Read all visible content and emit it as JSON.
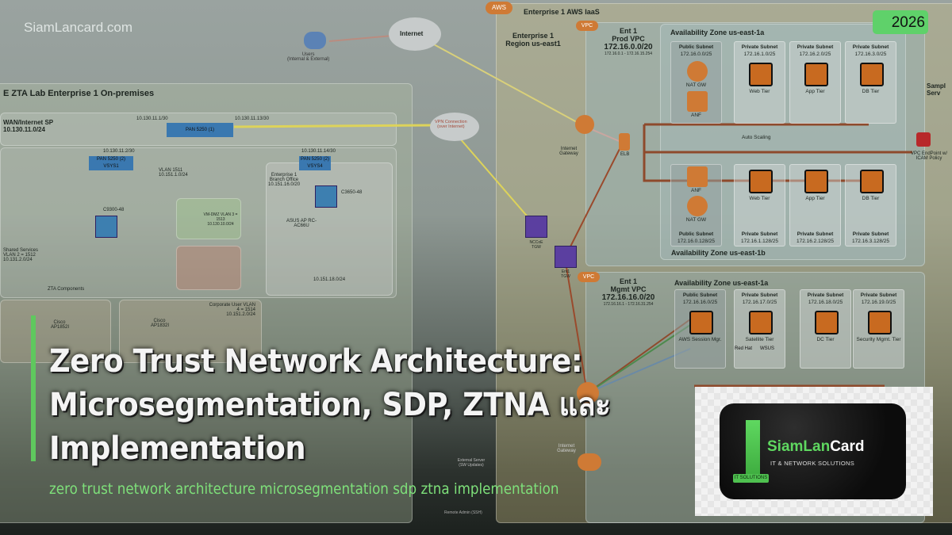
{
  "watermark": "SiamLancard.com",
  "year_badge": "2026",
  "title_lines": [
    "Zero Trust Network Architecture:",
    "Microsegmentation, SDP, ZTNA และ",
    "Implementation"
  ],
  "subtitle": "zero trust network architecture microsegmentation sdp ztna implementation",
  "logo": {
    "name_green": "SiamLan",
    "name_white": "Card",
    "tagline": "IT & NETWORK SOLUTIONS",
    "badge": "IT SOLUTIONS"
  },
  "colors": {
    "accent_green": "#5fc85e",
    "subtitle_green": "#7ee07a",
    "year_bg": "#5fd16a",
    "aws_orange": "#cf7a35",
    "tgw_purple": "#5b3fa0"
  },
  "diagram": {
    "users": "Users",
    "users_sub": "(Internal & External)",
    "internet": "Internet",
    "vpn": "VPN Connection",
    "vpn_sub": "(over Internet)",
    "onprem_title": "E ZTA Lab Enterprise 1 On-premises",
    "wan": "WAN/Internet SP",
    "wan_net": "10.130.11.0/24",
    "ip1": "10.130.11.1/30",
    "ip2": "10.130.11.13/30",
    "ip3": "10.130.11.2/30",
    "ip4": "10.130.11.14/30",
    "pan1": "PAN 5250 (1)",
    "pan2": "PAN 5250 (2) VSYS1",
    "pan3": "PAN 5250 (2) VSYS4",
    "core": "C9300-48",
    "branch": "Enterprise 1 Branch Office 10.151.16.0/20",
    "c3650": "C3650-48",
    "asus": "ASUS AP RC-AC66U",
    "branch_net": "10.151.18.0/24",
    "vlan1511": "VLAN 1511 10.151.1.0/24",
    "vmdmz": "VM-DMZ VLAN 3 = 1513 10.130.10.0/24",
    "shared": "Shared Services VLAN 2 = 1512 10.131.2.0/24",
    "zta_comp": "ZTA Components",
    "ap1": "Cisco AP1852I",
    "ap2": "Cisco AP1832I",
    "corp": "Corporate User VLAN 4 = 1514 10.151.2.0/24",
    "aws_badge": "AWS",
    "aws_title": "Enterprise 1 AWS IaaS",
    "region": "Enterprise 1 Region us-east1",
    "vpc_badge": "VPC",
    "prod_vpc": [
      "Ent 1",
      "Prod VPC",
      "172.16.0.0/20",
      "172.16.0.1 - 172.16.15.254"
    ],
    "az1a": "Availability Zone us-east-1a",
    "az1b": "Availability Zone us-east-1b",
    "subnets_top": [
      {
        "name": "Public Subnet",
        "cidr": "172.16.0.0/25"
      },
      {
        "name": "Private Subnet",
        "cidr": "172.16.1.0/25",
        "tier": "Web Tier"
      },
      {
        "name": "Private Subnet",
        "cidr": "172.16.2.0/25",
        "tier": "App Tier"
      },
      {
        "name": "Private Subnet",
        "cidr": "172.16.3.0/25",
        "tier": "DB Tier"
      }
    ],
    "subnets_bottom": [
      {
        "name": "Public Subnet",
        "cidr": "172.16.0.128/25"
      },
      {
        "name": "Private Subnet",
        "cidr": "172.16.1.128/25",
        "tier": "Web Tier"
      },
      {
        "name": "Private Subnet",
        "cidr": "172.16.2.128/25",
        "tier": "App Tier"
      },
      {
        "name": "Private Subnet",
        "cidr": "172.16.3.128/25",
        "tier": "DB Tier"
      }
    ],
    "nat_gw": "NAT GW",
    "anf": "ANF",
    "elb": "ELB",
    "auto_scaling": "Auto Scaling",
    "igw": "Internet Gateway",
    "endpoint": "VPC EndPoint w/ ICAM Policy",
    "nccoe_tgw": "NCCoE TGW",
    "ent1_tgw": "Ent1 TGW",
    "sample": "Sampl Serv",
    "mgmt_vpc": [
      "Ent 1",
      "Mgmt VPC",
      "172.16.16.0/20",
      "172.16.16.1 - 172.16.31.254"
    ],
    "mgmt_subnets": [
      {
        "name": "Public Subnet",
        "cidr": "172.16.16.0/25",
        "tier": "AWS Session Mgr."
      },
      {
        "name": "Private Subnet",
        "cidr": "172.16.17.0/25",
        "tier": "Satellite Tier"
      },
      {
        "name": "Private Subnet",
        "cidr": "172.16.18.0/25",
        "tier": "DC Tier"
      },
      {
        "name": "Private Subnet",
        "cidr": "172.16.19.0/25",
        "tier": "Security Mgmt. Tier"
      }
    ],
    "redhat": "Red Hat",
    "wsus": "WSUS",
    "external": "External Server (SW Updates)",
    "remote": "Remote Admin (SSH)"
  }
}
